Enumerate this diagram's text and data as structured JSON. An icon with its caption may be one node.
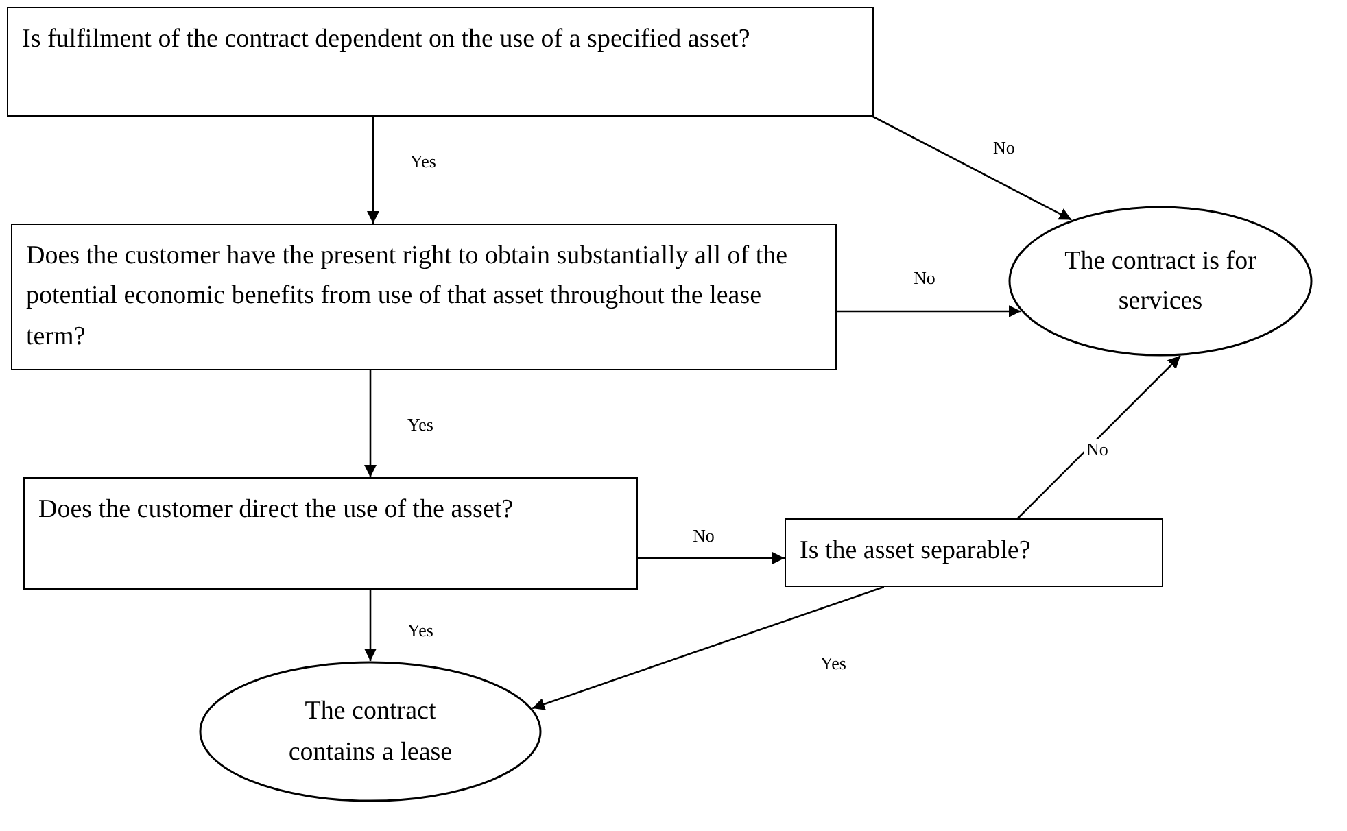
{
  "diagram": {
    "nodes": [
      {
        "text": [
          "Is fulfilment of the contract dependent on the use of a specified asset?"
        ]
      },
      {
        "text": [
          "Does the customer have the present right to obtain substantially all of the potential economic benefits from use of that asset throughout the lease term?"
        ]
      },
      {
        "text": [
          "The contract is for services"
        ]
      },
      {
        "text": [
          "Does the customer direct the use of the asset?"
        ]
      },
      {
        "text": [
          "Is the asset separable?"
        ]
      },
      {
        "text": [
          "The contract contains a lease"
        ]
      }
    ],
    "edges": [
      {
        "from": 0,
        "to": 1,
        "arrow": "to",
        "label": "Yes"
      },
      {
        "from": 0,
        "to": 2,
        "arrow": "to",
        "label": "No"
      },
      {
        "from": 1,
        "to": 2,
        "arrow": "to",
        "label": "No"
      },
      {
        "from": 1,
        "to": 3,
        "arrow": "to",
        "label": "Yes"
      },
      {
        "from": 3,
        "to": 4,
        "arrow": "to",
        "label": "No"
      },
      {
        "from": 4,
        "to": 2,
        "arrow": "to",
        "label": "No"
      },
      {
        "from": 3,
        "to": 5,
        "arrow": "to",
        "label": "Yes"
      },
      {
        "from": 4,
        "to": 5,
        "arrow": "to",
        "label": "Yes"
      }
    ]
  }
}
